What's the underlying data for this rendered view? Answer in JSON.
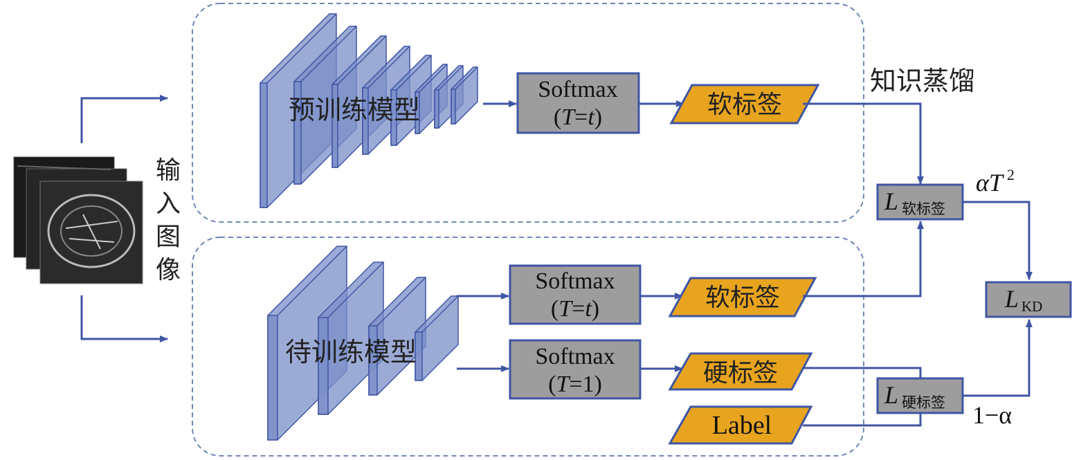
{
  "input": {
    "label": "输入图像"
  },
  "teacher": {
    "label": "预训练模型"
  },
  "student": {
    "label": "待训练模型"
  },
  "softmax_boxes": [
    {
      "line1": "Softmax",
      "line2_prefix": "(",
      "line2_var": "T",
      "line2_eq": "=",
      "line2_val": "t",
      "line2_suffix": ")"
    },
    {
      "line1": "Softmax",
      "line2_prefix": "(",
      "line2_var": "T",
      "line2_eq": "=",
      "line2_val": "t",
      "line2_suffix": ")"
    },
    {
      "line1": "Softmax",
      "line2_prefix": "(",
      "line2_var": "T",
      "line2_eq": "=",
      "line2_val": "1",
      "line2_suffix": ")"
    }
  ],
  "labels": {
    "soft_teacher": "软标签",
    "soft_student": "软标签",
    "hard_student": "硬标签",
    "ground_truth": "Label"
  },
  "knowledge_distillation": "知识蒸馏",
  "losses": {
    "soft": {
      "symbol": "L",
      "subscript": "软标签"
    },
    "hard": {
      "symbol": "L",
      "subscript": "硬标签"
    },
    "kd": {
      "symbol": "L",
      "subscript": "KD"
    }
  },
  "weights": {
    "soft_alpha": "α",
    "soft_T": "T",
    "soft_exp": "2",
    "hard": "1−α"
  },
  "colors": {
    "layer_fill": "#7b8fc8",
    "layer_stroke": "#3f55a4",
    "arrow": "#3f55a4",
    "box_fill": "#9d9d9d",
    "label_fill": "#e8a41f",
    "dashed_border": "#6f86b6"
  }
}
